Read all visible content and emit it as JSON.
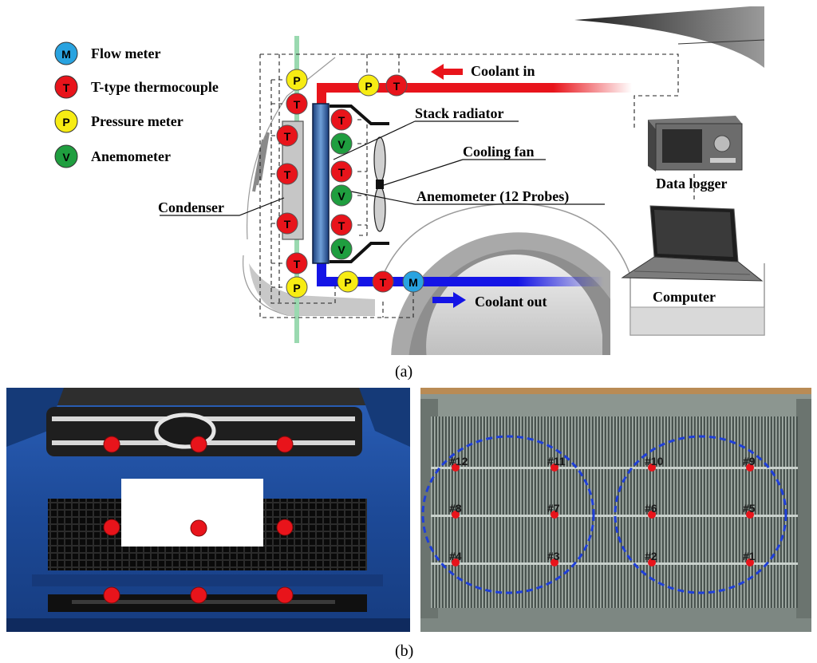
{
  "legend": [
    {
      "symbol": "M",
      "label": "Flow meter",
      "color": "#29a3e0"
    },
    {
      "symbol": "T",
      "label": "T-type thermocouple",
      "color": "#e8141b"
    },
    {
      "symbol": "P",
      "label": "Pressure meter",
      "color": "#f7ec13"
    },
    {
      "symbol": "V",
      "label": "Anemometer",
      "color": "#1f9e3f"
    }
  ],
  "labels": {
    "coolant_in": "Coolant in",
    "coolant_out": "Coolant out",
    "stack_radiator": "Stack radiator",
    "cooling_fan": "Cooling fan",
    "anemometer_probes": "Anemometer (12 Probes)",
    "condenser": "Condenser",
    "data_logger": "Data logger",
    "computer": "Computer"
  },
  "captions": {
    "a": "(a)",
    "b": "(b)"
  },
  "probe_labels": [
    "#1",
    "#2",
    "#3",
    "#4",
    "#5",
    "#6",
    "#7",
    "#8",
    "#9",
    "#10",
    "#11",
    "#12"
  ],
  "colors": {
    "hot_coolant": "#e8141b",
    "cold_coolant": "#1414e6",
    "refrigerant": "#9ad9b0",
    "circle_outline": "#1f3fd8",
    "car_blue": "#1f4ea0"
  }
}
